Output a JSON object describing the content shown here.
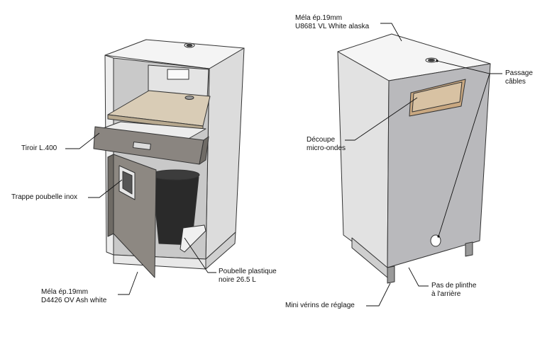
{
  "labels": {
    "tiroir": "Tiroir L.400",
    "trappe": "Trappe poubelle inox",
    "mela_front_1": "Méla ép.19mm",
    "mela_front_2": "D4426 OV Ash white",
    "poubelle_1": "Poubelle plastique",
    "poubelle_2": "noire 26.5 L",
    "mela_top_1": "Méla ép.19mm",
    "mela_top_2": "U8681 VL White alaska",
    "passage_1": "Passage",
    "passage_2": "câbles",
    "decoupe_1": "Découpe",
    "decoupe_2": "micro-ondes",
    "verins": "Mini vérins de réglage",
    "plinthe_1": "Pas de plinthe",
    "plinthe_2": "à l'arrière"
  },
  "colors": {
    "carcass": "#f2f2f2",
    "carcass_shadow": "#c8c8c8",
    "back_side": "#b9b9bc",
    "oak_shelf": "#d9ccb6",
    "ash_front": "#8a8580",
    "bin": "#2a2a2a",
    "outline": "#333333"
  }
}
